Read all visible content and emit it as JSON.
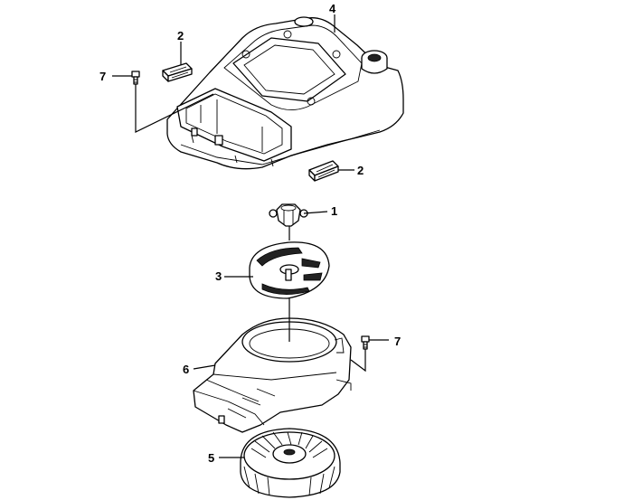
{
  "callouts": [
    {
      "id": "c4",
      "label": "4"
    },
    {
      "id": "c2a",
      "label": "2"
    },
    {
      "id": "c7a",
      "label": "7"
    },
    {
      "id": "c2b",
      "label": "2"
    },
    {
      "id": "c1",
      "label": "1"
    },
    {
      "id": "c3",
      "label": "3"
    },
    {
      "id": "c7b",
      "label": "7"
    },
    {
      "id": "c6",
      "label": "6"
    },
    {
      "id": "c5",
      "label": "5"
    }
  ]
}
